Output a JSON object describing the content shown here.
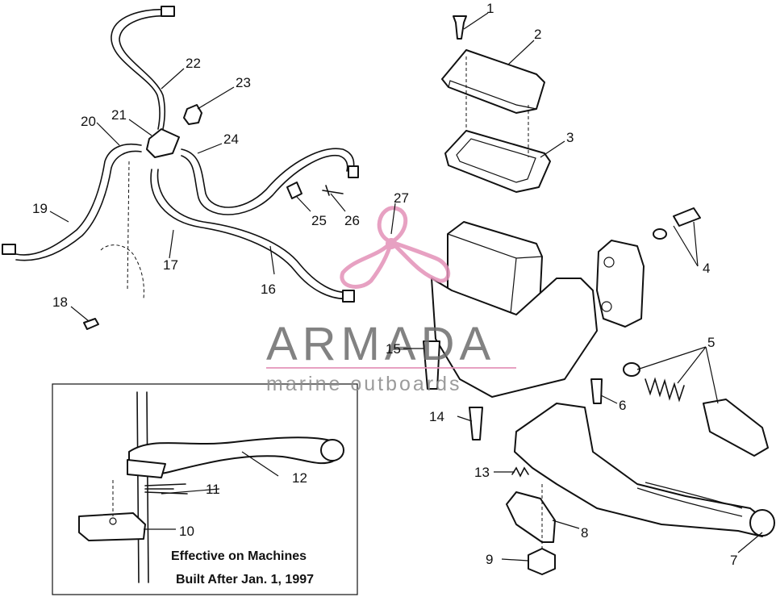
{
  "callouts": {
    "c1": "1",
    "c2": "2",
    "c3": "3",
    "c4": "4",
    "c5": "5",
    "c6": "6",
    "c7": "7",
    "c8": "8",
    "c9": "9",
    "c10": "10",
    "c11": "11",
    "c12": "12",
    "c13": "13",
    "c14": "14",
    "c15": "15",
    "c16": "16",
    "c17": "17",
    "c18": "18",
    "c19": "19",
    "c20": "20",
    "c21": "21",
    "c22": "22",
    "c23": "23",
    "c24": "24",
    "c25": "25",
    "c26": "26",
    "c27": "27"
  },
  "inset": {
    "line1": "Effective on Machines",
    "line2": "Built After Jan. 1, 1997"
  },
  "watermark": {
    "brand": "ARMADA",
    "tagline": "marine outboards",
    "accent_color": "#e391b8",
    "text_color": "#6d6d6d"
  }
}
